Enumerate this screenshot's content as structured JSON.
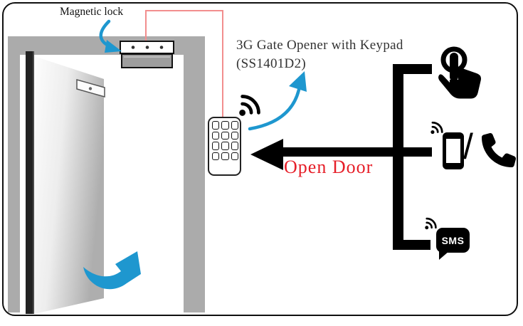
{
  "labels": {
    "magnetic_lock": "Magnetic lock",
    "device_title_line1": "3G Gate Opener with Keypad",
    "device_title_line2": "(SS1401D2)",
    "open_door": "Open Door",
    "sms_badge": "SMS",
    "phone_or_call_separator": "/"
  },
  "colors": {
    "accent_blue": "#1e97cf",
    "wire_pink": "#f28e8e",
    "action_red": "#e61e28",
    "frame_gray": "#ababab",
    "lock_gray": "#9d9d9d",
    "icon_black": "#000000",
    "title_gray": "#333333"
  },
  "icons": {
    "keypad_signal": "wifi-signal-icon",
    "phone_signal": "wifi-signal-icon",
    "sms_signal": "wifi-signal-icon",
    "press_keypad": "tap-finger-icon",
    "smartphone": "smartphone-icon",
    "call": "phone-handset-icon",
    "sms": "sms-bubble-icon",
    "door_swing": "door-swing-arrow-icon",
    "magnetic_lock_pointer": "curved-arrow-icon",
    "keypad_pointer": "curved-arrow-icon",
    "open_door_direction": "left-arrow-icon"
  },
  "device": {
    "keypad_button_count": 12,
    "keypad_rows": 4,
    "keypad_columns": 3
  }
}
